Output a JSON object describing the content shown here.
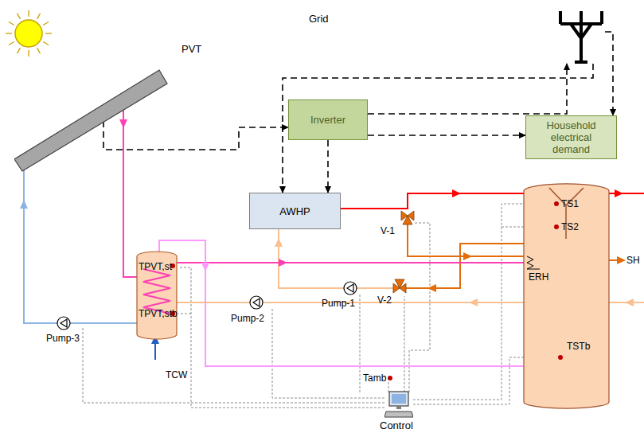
{
  "diagram": {
    "nodes": [
      {
        "text": [
          "PVT"
        ]
      },
      {
        "text": [
          "Grid"
        ]
      },
      {
        "text": [
          "Inverter"
        ]
      },
      {
        "text": [
          "Household electrical demand"
        ]
      },
      {
        "text": [
          "AWHP"
        ]
      },
      {
        "text": [
          "Control"
        ]
      }
    ],
    "edges": [
      {
        "from": 0,
        "to": 2,
        "arrow": "to"
      },
      {
        "from": 2,
        "to": 1,
        "arrow": "to"
      },
      {
        "from": 2,
        "to": 3,
        "arrow": "to"
      },
      {
        "from": 1,
        "to": 3,
        "arrow": "to"
      },
      {
        "from": 1,
        "to": 4,
        "arrow": "to"
      },
      {
        "from": 2,
        "to": 4,
        "arrow": "to"
      }
    ],
    "labels": [
      "TPVT,st",
      "TPVT,stb",
      "TCW",
      "Pump-3",
      "Pump-2",
      "Pump-1",
      "V-1",
      "V-2",
      "Tamb",
      "ERH",
      "TS1",
      "TS2",
      "TSTb",
      "SH"
    ]
  }
}
